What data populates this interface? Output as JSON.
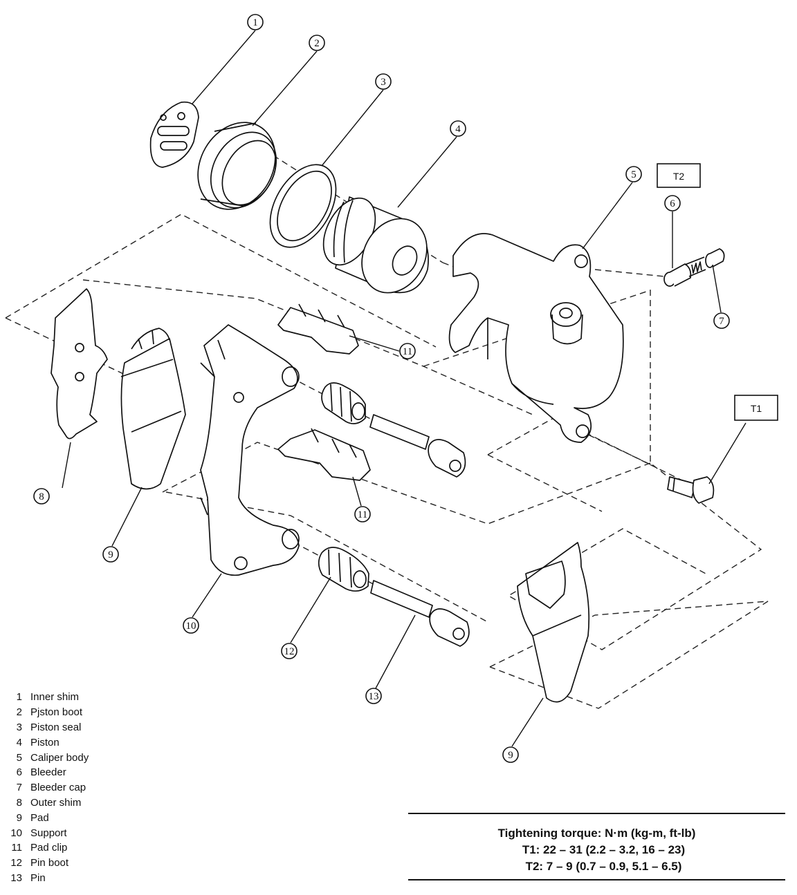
{
  "callouts": [
    {
      "id": "c1",
      "label": "1"
    },
    {
      "id": "c2",
      "label": "2"
    },
    {
      "id": "c3",
      "label": "3"
    },
    {
      "id": "c4",
      "label": "4"
    },
    {
      "id": "c5",
      "label": "5"
    },
    {
      "id": "c6",
      "label": "6"
    },
    {
      "id": "c7",
      "label": "7"
    },
    {
      "id": "c8",
      "label": "8"
    },
    {
      "id": "c9a",
      "label": "9"
    },
    {
      "id": "c9b",
      "label": "9"
    },
    {
      "id": "c10",
      "label": "10"
    },
    {
      "id": "c11a",
      "label": "11"
    },
    {
      "id": "c11b",
      "label": "11"
    },
    {
      "id": "c12",
      "label": "12"
    },
    {
      "id": "c13",
      "label": "13"
    }
  ],
  "torque_boxes": {
    "t1": "T1",
    "t2": "T2"
  },
  "legend": [
    {
      "num": "1",
      "name": "Inner shim"
    },
    {
      "num": "2",
      "name": "Pjston boot"
    },
    {
      "num": "3",
      "name": "Piston seal"
    },
    {
      "num": "4",
      "name": "Piston"
    },
    {
      "num": "5",
      "name": "Caliper body"
    },
    {
      "num": "6",
      "name": "Bleeder"
    },
    {
      "num": "7",
      "name": "Bleeder cap"
    },
    {
      "num": "8",
      "name": "Outer shim"
    },
    {
      "num": "9",
      "name": "Pad"
    },
    {
      "num": "10",
      "name": "Support"
    },
    {
      "num": "11",
      "name": "Pad clip"
    },
    {
      "num": "12",
      "name": "Pin boot"
    },
    {
      "num": "13",
      "name": "Pin"
    }
  ],
  "torque": {
    "title": "Tightening torque:  N·m (kg-m, ft-lb)",
    "t1": "T1:  22 – 31 (2.2 – 3.2, 16 – 23)",
    "t2": "T2:  7 – 9 (0.7 – 0.9, 5.1 – 6.5)"
  }
}
